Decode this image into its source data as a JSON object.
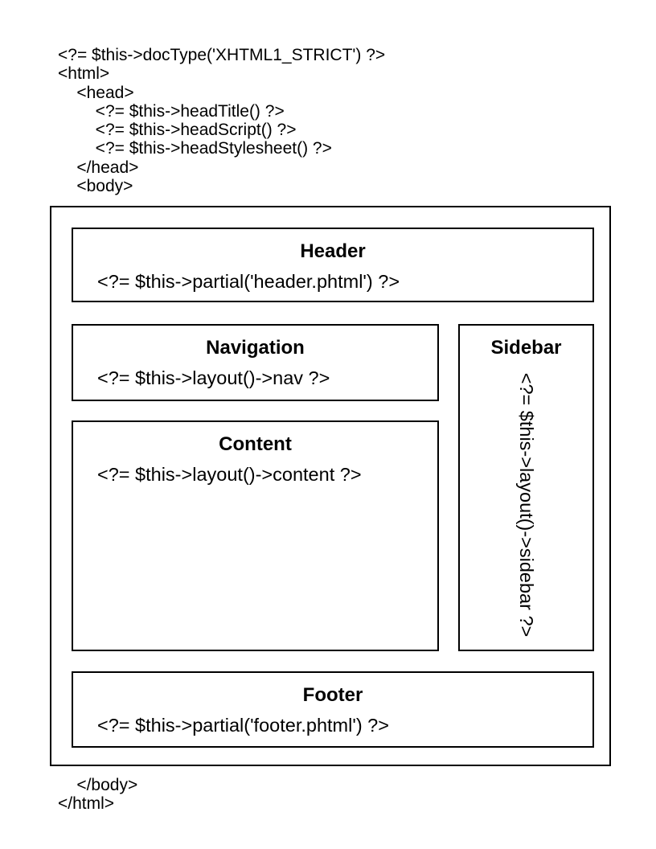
{
  "page": {
    "top_code": "<?= $this->docType('XHTML1_STRICT') ?>\n<html>\n    <head>\n        <?= $this->headTitle() ?>\n        <?= $this->headScript() ?>\n        <?= $this->headStylesheet() ?>\n    </head>\n    <body>",
    "bottom_code": "    </body>\n</html>"
  },
  "diagram": {
    "header": {
      "title": "Header",
      "code": "<?= $this->partial('header.phtml') ?>"
    },
    "navigation": {
      "title": "Navigation",
      "code": "<?= $this->layout()->nav ?>"
    },
    "content": {
      "title": "Content",
      "code": "<?= $this->layout()->content ?>"
    },
    "sidebar": {
      "title": "Sidebar",
      "code": "<?= $this->layout()->sidebar ?>"
    },
    "footer": {
      "title": "Footer",
      "code": "<?= $this->partial('footer.phtml') ?>"
    }
  },
  "colors": {
    "background": "#ffffff",
    "border": "#000000",
    "text": "#000000"
  }
}
